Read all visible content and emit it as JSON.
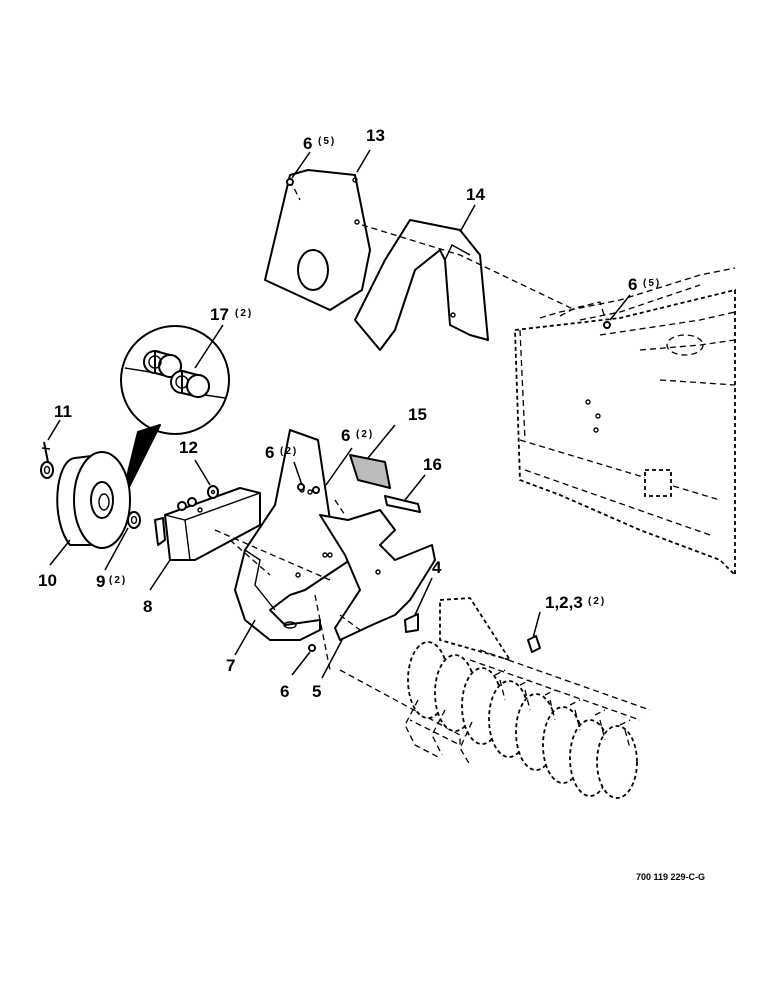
{
  "labels": {
    "l1": {
      "num": "1,2,3",
      "qty": "(2)"
    },
    "l4": {
      "num": "4",
      "qty": ""
    },
    "l5": {
      "num": "5",
      "qty": ""
    },
    "l6_top": {
      "num": "6",
      "qty": "(5)"
    },
    "l6_right": {
      "num": "6",
      "qty": "(5)"
    },
    "l6_mid_a": {
      "num": "6",
      "qty": "(2)"
    },
    "l6_mid_b": {
      "num": "6",
      "qty": "(2)"
    },
    "l6_bottom": {
      "num": "6",
      "qty": ""
    },
    "l7": {
      "num": "7",
      "qty": ""
    },
    "l8": {
      "num": "8",
      "qty": ""
    },
    "l9": {
      "num": "9",
      "qty": "(2)"
    },
    "l10": {
      "num": "10",
      "qty": ""
    },
    "l11": {
      "num": "11",
      "qty": ""
    },
    "l12": {
      "num": "12",
      "qty": ""
    },
    "l13": {
      "num": "13",
      "qty": ""
    },
    "l14": {
      "num": "14",
      "qty": ""
    },
    "l15": {
      "num": "15",
      "qty": ""
    },
    "l16": {
      "num": "16",
      "qty": ""
    },
    "l17": {
      "num": "17",
      "qty": "(2)"
    }
  },
  "drawing_code": "700 119 229-C-G"
}
